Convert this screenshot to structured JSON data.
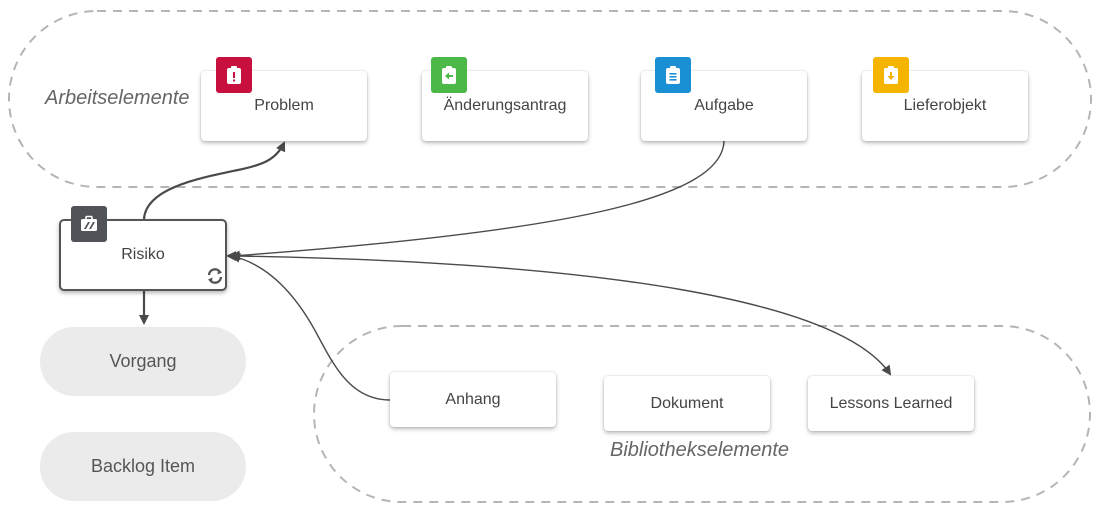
{
  "groups": {
    "work_items": {
      "label": "Arbeitselemente"
    },
    "library_items": {
      "label": "Bibliothekselemente"
    }
  },
  "work_items": [
    {
      "key": "problem",
      "label": "Problem",
      "color": "#c8103e",
      "icon": "exclamation-clipboard-icon"
    },
    {
      "key": "change",
      "label": "Änderungsantrag",
      "color": "#4cb848",
      "icon": "arrow-left-clipboard-icon"
    },
    {
      "key": "task",
      "label": "Aufgabe",
      "color": "#1b8fd3",
      "icon": "list-clipboard-icon"
    },
    {
      "key": "deliverable",
      "label": "Lieferobjekt",
      "color": "#f5b400",
      "icon": "download-clipboard-icon"
    }
  ],
  "risk": {
    "label": "Risiko",
    "color": "#505358",
    "icon": "risk-icon",
    "sync_icon": "refresh-icon"
  },
  "other_items": [
    {
      "key": "issue",
      "label": "Vorgang"
    },
    {
      "key": "backlog",
      "label": "Backlog Item"
    }
  ],
  "library_items": [
    {
      "key": "attachment",
      "label": "Anhang"
    },
    {
      "key": "document",
      "label": "Dokument"
    },
    {
      "key": "lessons",
      "label": "Lessons Learned"
    }
  ],
  "colors": {
    "connector": "#4a4a4a",
    "group_border": "#b5b5b5",
    "pill_bg": "#ebebeb"
  }
}
